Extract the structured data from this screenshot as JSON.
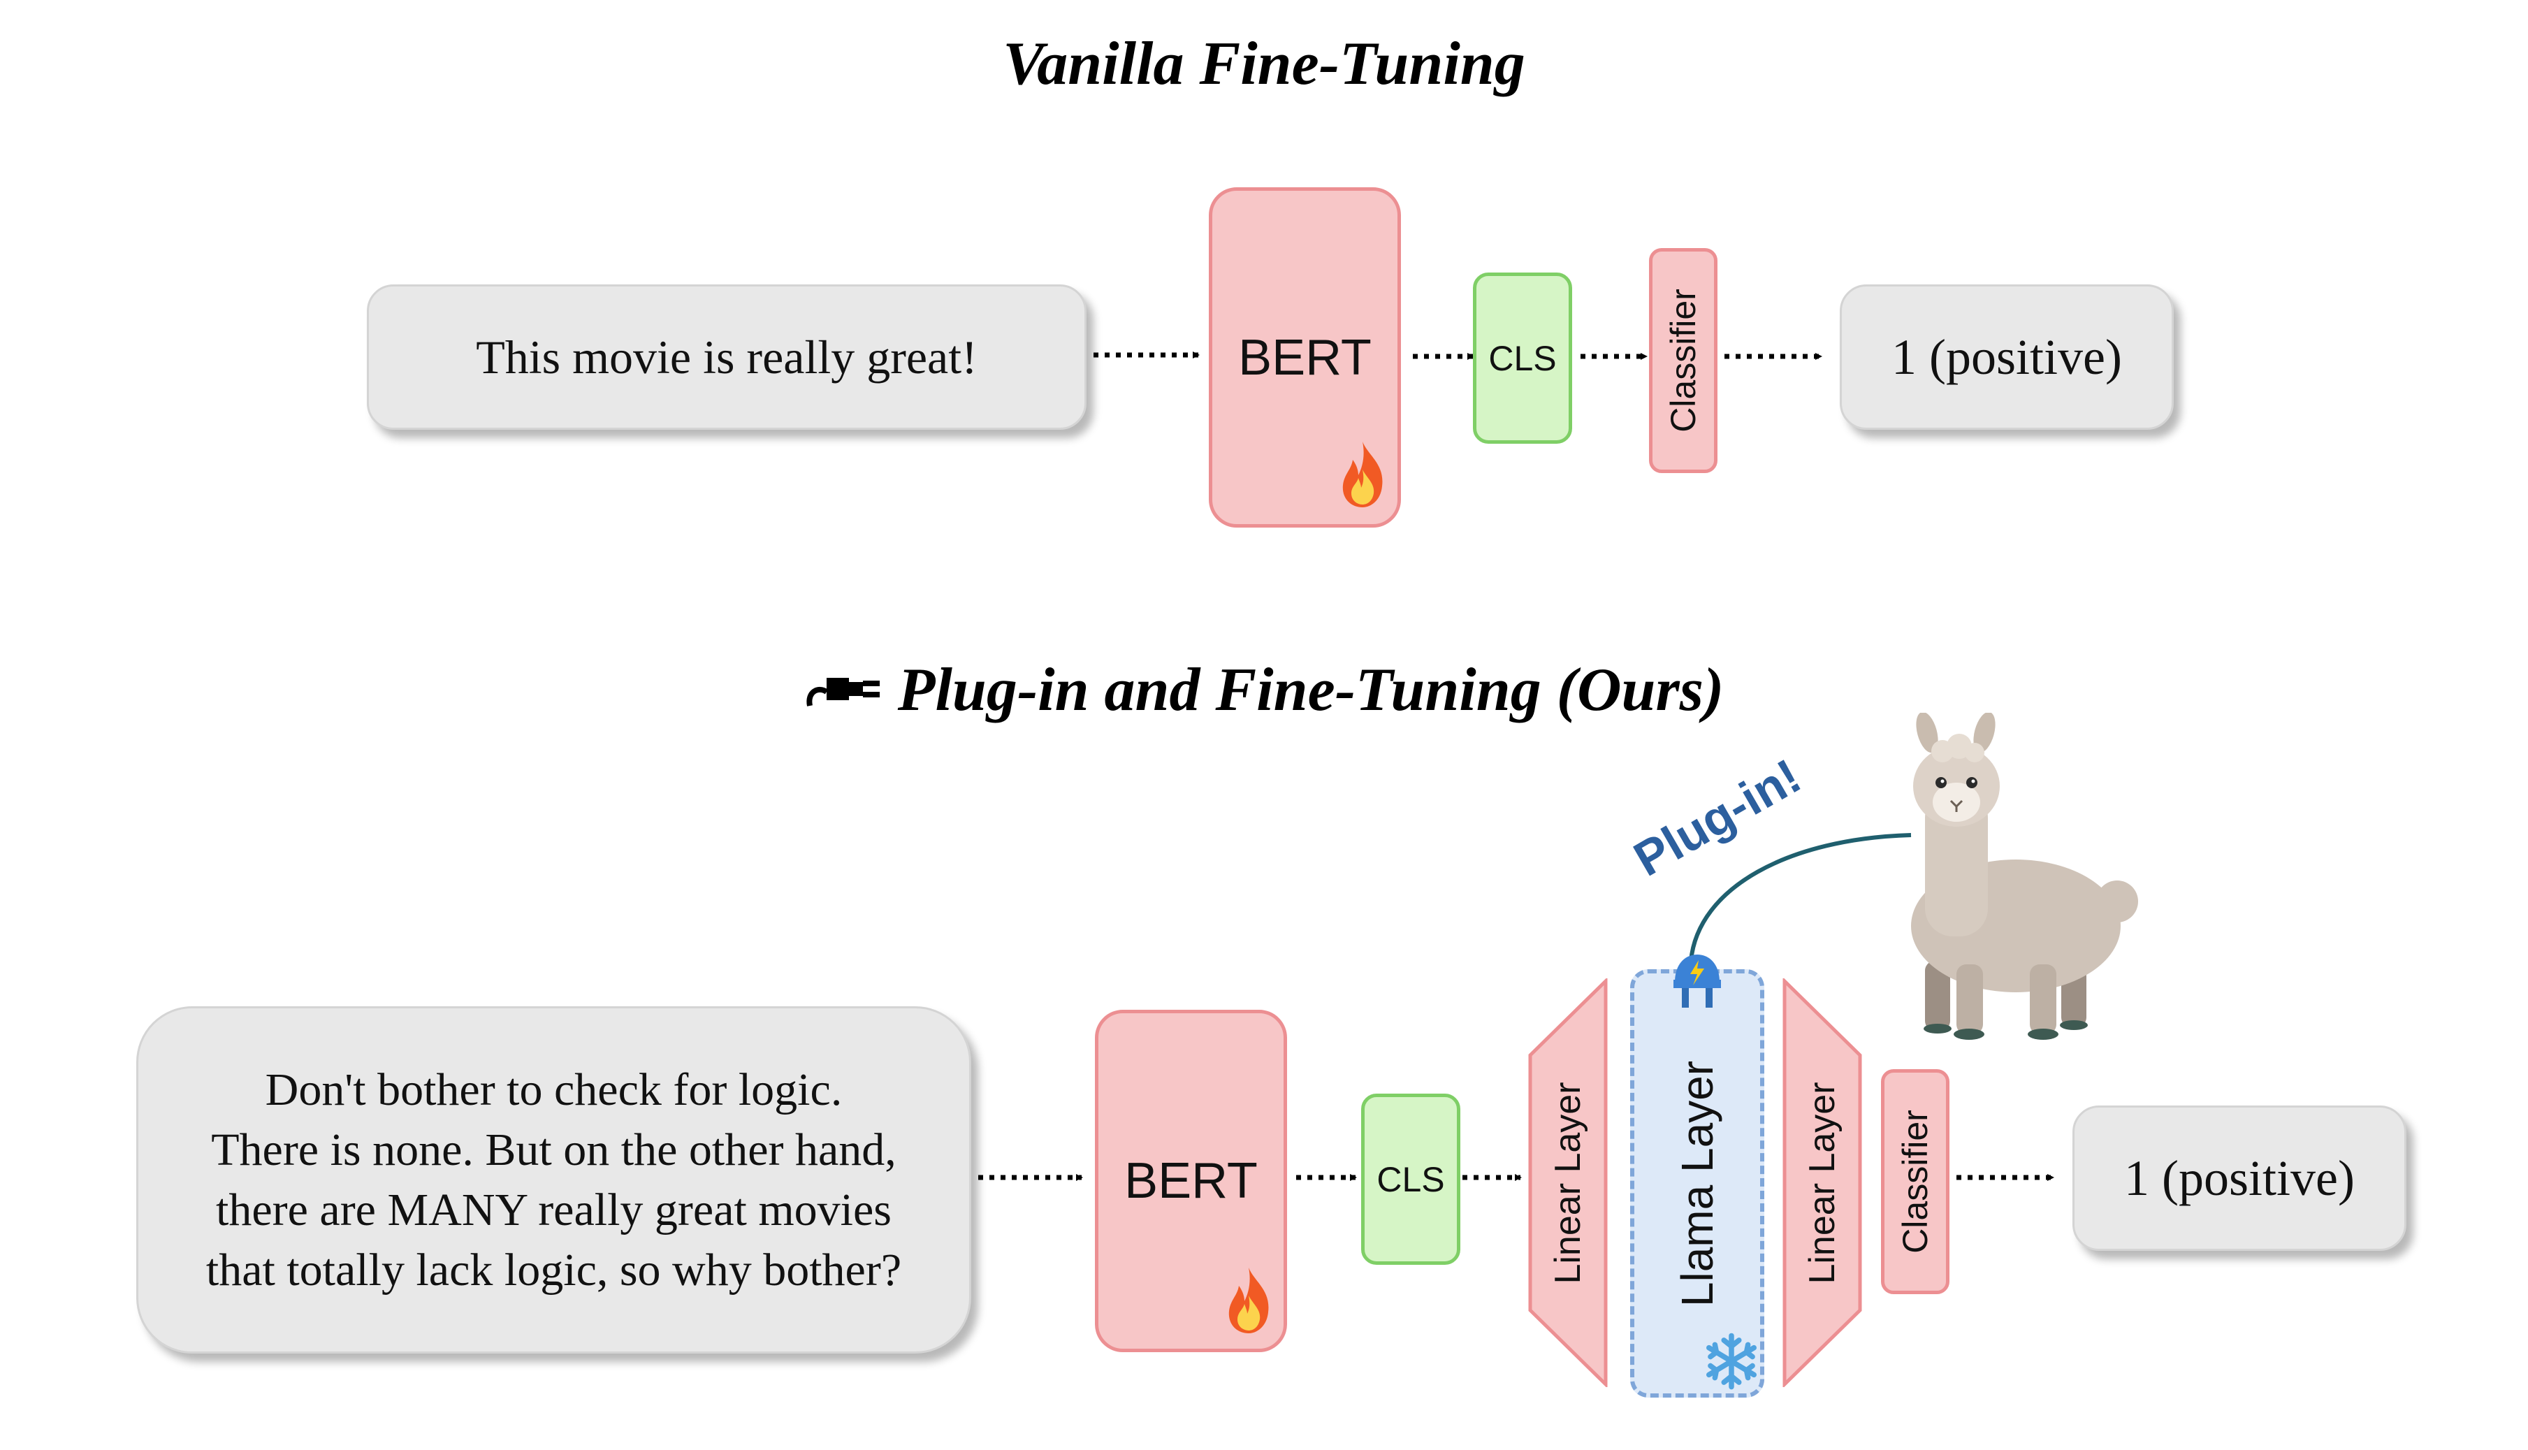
{
  "vanilla": {
    "title": "Vanilla Fine-Tuning",
    "input_text": "This movie is really great!",
    "encoder": "BERT",
    "cls": "CLS",
    "classifier": "Classifier",
    "output": "1 (positive)"
  },
  "ours": {
    "title": "Plug-in and Fine-Tuning (Ours)",
    "input_lines": [
      "Don't bother to check for logic.",
      "There is none. But on the other hand,",
      "there are MANY really great movies",
      "that totally lack logic, so why bother?"
    ],
    "encoder": "BERT",
    "cls": "CLS",
    "linear_layer_1": "Linear Layer",
    "llama_layer": "Llama Layer",
    "linear_layer_2": "Linear Layer",
    "classifier": "Classifier",
    "output": "1 (positive)",
    "plugin_label": "Plug-in!"
  },
  "icons": {
    "fire": "fire-icon",
    "snowflake": "snowflake-icon",
    "plug": "plug-icon",
    "llama": "llama-illustration"
  },
  "colors": {
    "frozen_blue": "#dde9f8",
    "trainable_pink": "#f7c6c7",
    "cls_green": "#d6f5c6",
    "plugin_text": "#2c5f9e"
  }
}
